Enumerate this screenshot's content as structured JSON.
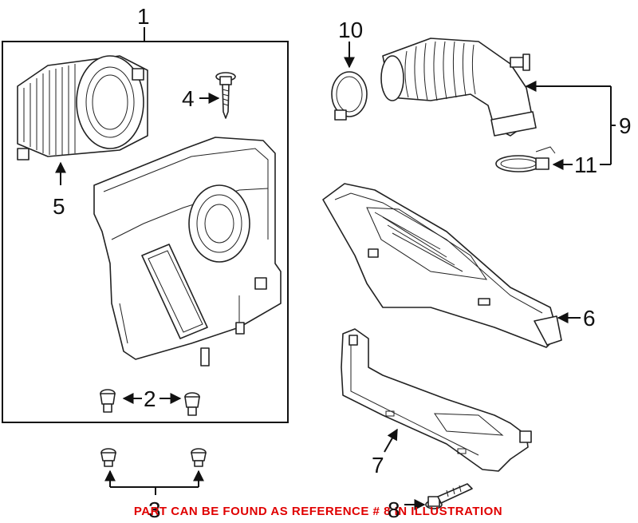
{
  "callouts": {
    "c1": "1",
    "c2": "2",
    "c3": "3",
    "c4": "4",
    "c5": "5",
    "c6": "6",
    "c7": "7",
    "c8": "8",
    "c9": "9",
    "c10": "10",
    "c11": "11"
  },
  "caption": "PART CAN BE FOUND AS REFERENCE # 8 IN ILLUSTRATION",
  "colors": {
    "caption": "#e00000",
    "lines": "#111111"
  }
}
